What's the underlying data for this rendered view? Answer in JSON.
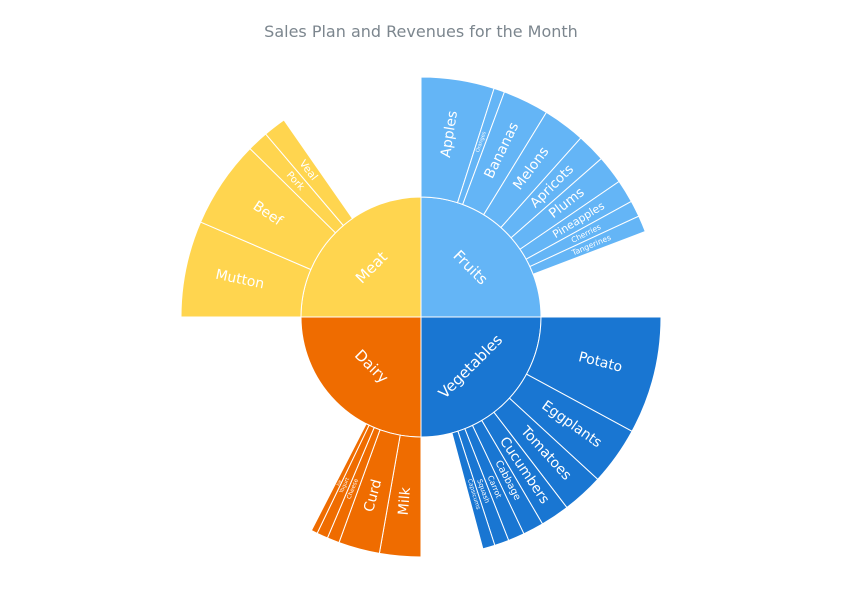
{
  "chart_data": {
    "type": "sunburst",
    "title": "Sales Plan and Revenues for the Month",
    "category_total": 100,
    "categories": [
      {
        "name": "Fruits",
        "color": "#64b5f6",
        "children": [
          {
            "name": "Apples",
            "value": 19.7
          },
          {
            "name": "Oranges",
            "value": 2.9
          },
          {
            "name": "Bananas",
            "value": 12.4
          },
          {
            "name": "Melons",
            "value": 11.4
          },
          {
            "name": "Apricots",
            "value": 7.7
          },
          {
            "name": "Plums",
            "value": 7.7
          },
          {
            "name": "Pineapples",
            "value": 6.2
          },
          {
            "name": "Cherries",
            "value": 4.4
          },
          {
            "name": "Tangerines",
            "value": 4.4
          }
        ]
      },
      {
        "name": "Vegetables",
        "color": "#1976d2",
        "children": [
          {
            "name": "Potato",
            "value": 31.6
          },
          {
            "name": "Eggplants",
            "value": 15.7
          },
          {
            "name": "Tomatoes",
            "value": 11.1
          },
          {
            "name": "Cucumbers",
            "value": 7.8
          },
          {
            "name": "Cabbage",
            "value": 5.6
          },
          {
            "name": "Carrot",
            "value": 4.4
          },
          {
            "name": "Squash",
            "value": 3.9
          },
          {
            "name": "Capsicums",
            "value": 3.3
          }
        ]
      },
      {
        "name": "Dairy",
        "color": "#ef6c00",
        "children": [
          {
            "name": "Milk",
            "value": 11.1
          },
          {
            "name": "Curd",
            "value": 11.1
          },
          {
            "name": "Cheese",
            "value": 3.3
          },
          {
            "name": "Yogurt",
            "value": 3.0
          },
          {
            "name": "Ice",
            "value": 1.7
          }
        ]
      },
      {
        "name": "Meat",
        "color": "#ffd54f",
        "children": [
          {
            "name": "Mutton",
            "value": 25.9
          },
          {
            "name": "Beef",
            "value": 23.6
          },
          {
            "name": "Pork",
            "value": 5.7
          },
          {
            "name": "Veal",
            "value": 6.1
          }
        ]
      }
    ]
  }
}
